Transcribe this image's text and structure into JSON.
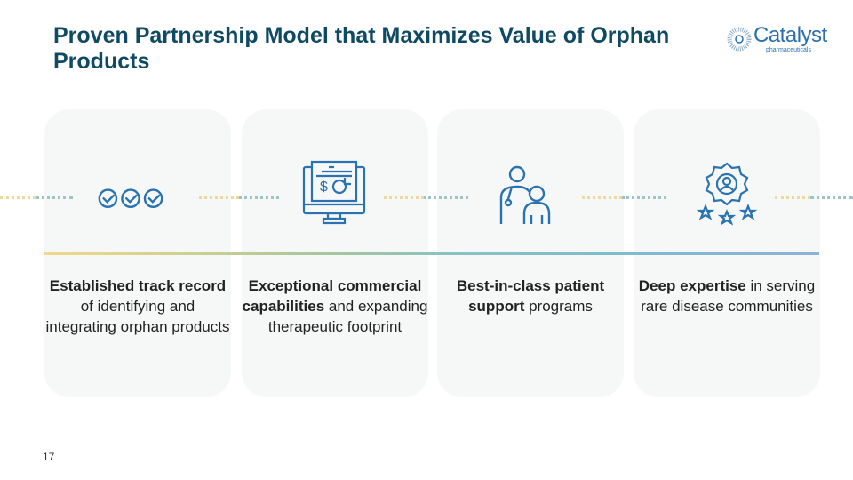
{
  "title": "Proven Partnership Model that Maximizes Value of Orphan Products",
  "logo": {
    "name": "Catalyst",
    "sub": "pharmaceuticals"
  },
  "cards": [
    {
      "icon": "triple-check-icon",
      "bold": "Established track record",
      "rest": " of identifying and integrating orphan products"
    },
    {
      "icon": "monitor-finance-icon",
      "bold": "Exceptional commercial capabilities",
      "rest": " and expanding therapeutic footprint"
    },
    {
      "icon": "doctor-patient-icon",
      "bold": "Best-in-class patient support",
      "rest": " programs"
    },
    {
      "icon": "award-stars-icon",
      "bold": "Deep expertise",
      "rest": " in serving rare disease communities"
    }
  ],
  "colors": {
    "title": "#0f4a63",
    "icon": "#2a73b0"
  },
  "page_number": "17"
}
